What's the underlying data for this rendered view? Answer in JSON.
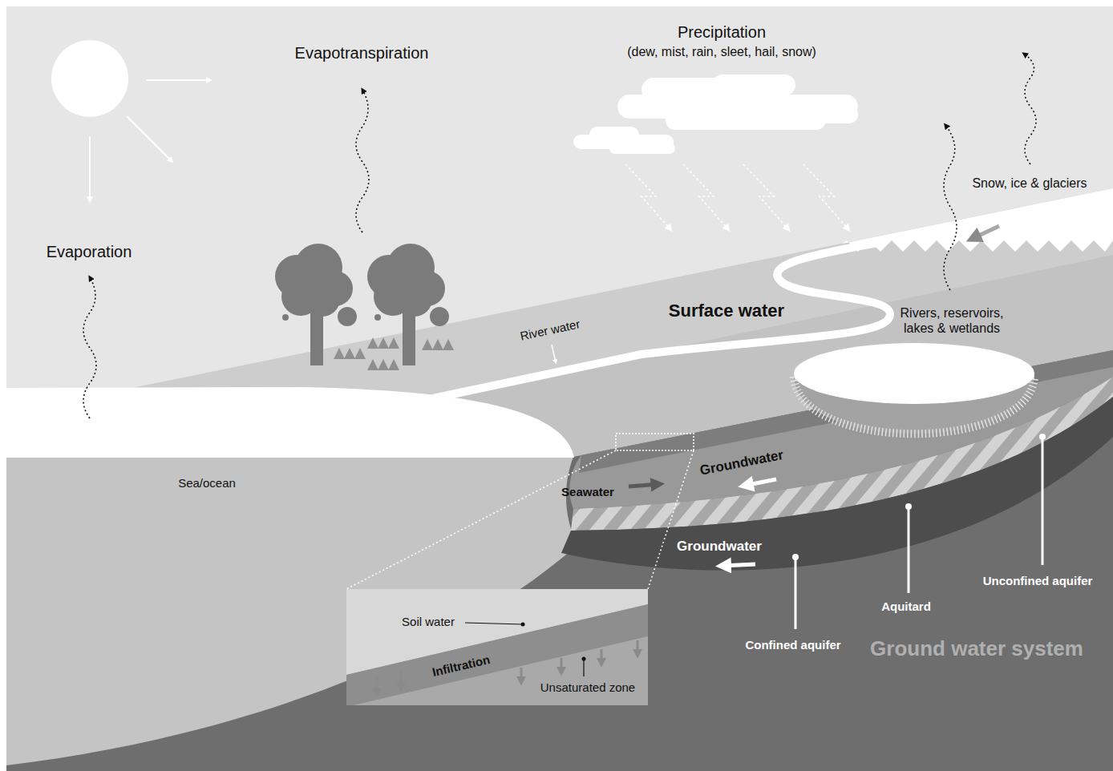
{
  "diagram": {
    "nodes": [
      {
        "text": [
          "Soil water",
          "Infiltration",
          "Unsaturated zone"
        ]
      }
    ],
    "labels": [
      "Evapotranspiration",
      "Precipitation",
      "(dew, mist, rain, sleet, hail, snow)",
      "Evaporation",
      "Snow, ice & glaciers",
      "River water",
      "Surface water",
      "Rivers, reservoirs, lakes & wetlands",
      "Sea/ocean",
      "Seawater",
      "Groundwater",
      "Groundwater",
      "Unconfined aquifer",
      "Aquitard",
      "Confined aquifer",
      "Ground water system"
    ]
  }
}
